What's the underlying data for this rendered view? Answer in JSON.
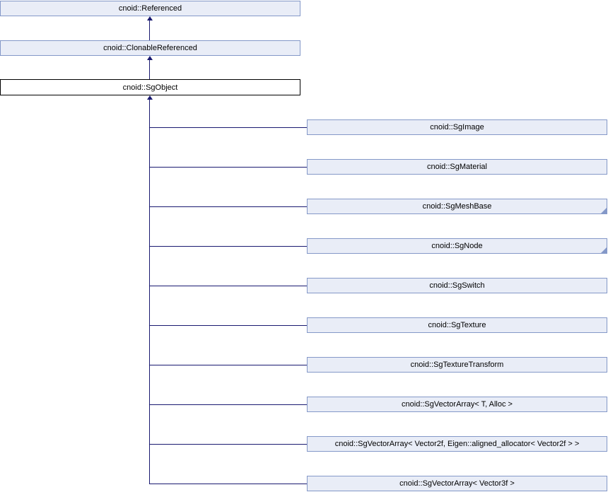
{
  "diagram": {
    "ancestors": [
      {
        "label": "cnoid::Referenced",
        "current": false
      },
      {
        "label": "cnoid::ClonableReferenced",
        "current": false
      },
      {
        "label": "cnoid::SgObject",
        "current": true
      }
    ],
    "derived": [
      {
        "label": "cnoid::SgImage",
        "has_subclasses": false
      },
      {
        "label": "cnoid::SgMaterial",
        "has_subclasses": false
      },
      {
        "label": "cnoid::SgMeshBase",
        "has_subclasses": true
      },
      {
        "label": "cnoid::SgNode",
        "has_subclasses": true
      },
      {
        "label": "cnoid::SgSwitch",
        "has_subclasses": false
      },
      {
        "label": "cnoid::SgTexture",
        "has_subclasses": false
      },
      {
        "label": "cnoid::SgTextureTransform",
        "has_subclasses": false
      },
      {
        "label": "cnoid::SgVectorArray< T, Alloc >",
        "has_subclasses": false
      },
      {
        "label": "cnoid::SgVectorArray< Vector2f, Eigen::aligned_allocator< Vector2f > >",
        "has_subclasses": false
      },
      {
        "label": "cnoid::SgVectorArray< Vector3f >",
        "has_subclasses": false
      }
    ],
    "colors": {
      "background": "#ffffff",
      "node_fill": "#e9edf7",
      "node_border": "#8498c8",
      "current_node_fill": "#ffffff",
      "current_node_border": "#000000",
      "edge": "#191970",
      "text": "#000000"
    }
  }
}
